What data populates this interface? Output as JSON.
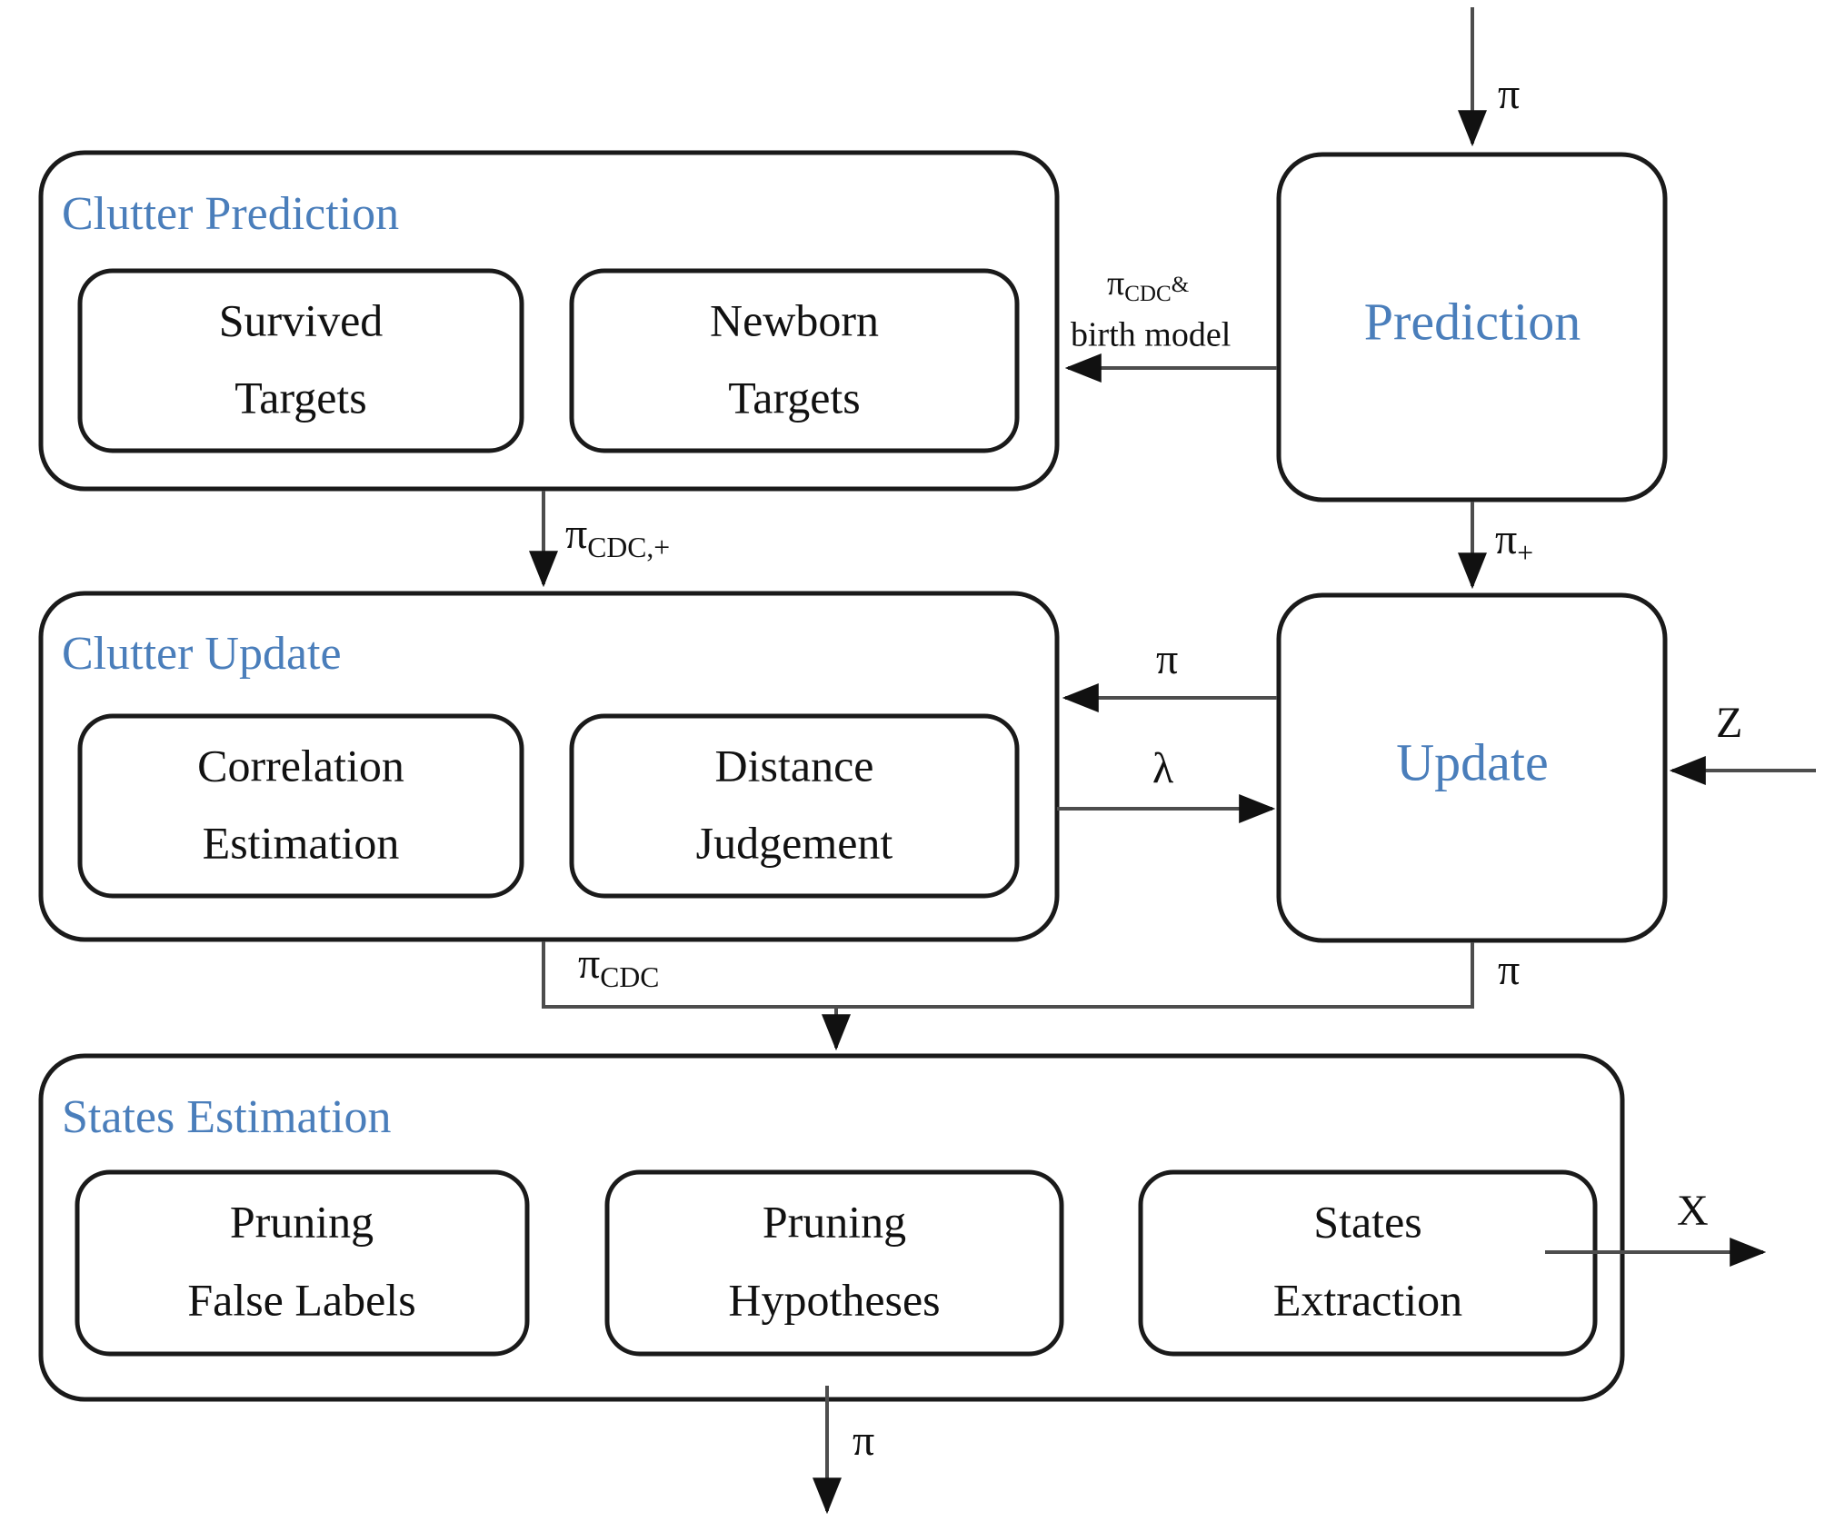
{
  "diagram": {
    "title": "Clutter-aware multi-target tracking filter block diagram",
    "accent_color": "#4a7ebb",
    "line_color": "#4d4d4d",
    "box_color": "#1a1a1a",
    "background": "#ffffff"
  },
  "groups": [
    {
      "id": "clutter-prediction",
      "title": "Clutter Prediction",
      "items": [
        {
          "id": "survived-targets",
          "line1": "Survived",
          "line2": "Targets"
        },
        {
          "id": "newborn-targets",
          "line1": "Newborn",
          "line2": "Targets"
        }
      ]
    },
    {
      "id": "clutter-update",
      "title": "Clutter Update",
      "items": [
        {
          "id": "correlation-estimation",
          "line1": "Correlation",
          "line2": "Estimation"
        },
        {
          "id": "distance-judgement",
          "line1": "Distance",
          "line2": "Judgement"
        }
      ]
    },
    {
      "id": "states-estimation",
      "title": "States Estimation",
      "items": [
        {
          "id": "pruning-false-labels",
          "line1": "Pruning",
          "line2": "False Labels"
        },
        {
          "id": "pruning-hypotheses",
          "line1": "Pruning",
          "line2": "Hypotheses"
        },
        {
          "id": "states-extraction",
          "line1": "States",
          "line2": "Extraction"
        }
      ]
    }
  ],
  "nodes": [
    {
      "id": "prediction",
      "label": "Prediction"
    },
    {
      "id": "update",
      "label": "Update"
    }
  ],
  "edges": [
    {
      "id": "input-pi-to-prediction",
      "label": "π",
      "sub": "",
      "from": "external-input",
      "to": "prediction"
    },
    {
      "id": "prediction-to-clutter-prediction",
      "label": "π",
      "sub": "CDC",
      "label_line2": "birth model",
      "connector": "&",
      "from": "prediction",
      "to": "clutter-prediction"
    },
    {
      "id": "prediction-to-update",
      "label": "π",
      "sub": "+",
      "from": "prediction",
      "to": "update"
    },
    {
      "id": "clutter-prediction-to-clutter-update",
      "label": "π",
      "sub": "CDC,+",
      "from": "clutter-prediction",
      "to": "clutter-update"
    },
    {
      "id": "update-to-clutter-update",
      "label": "π",
      "sub": "",
      "from": "update",
      "to": "clutter-update"
    },
    {
      "id": "clutter-update-to-update",
      "label": "λ",
      "sub": "",
      "from": "clutter-update",
      "to": "update"
    },
    {
      "id": "measurements-to-update",
      "label": "Z",
      "sub": "",
      "from": "external-measurements",
      "to": "update"
    },
    {
      "id": "clutter-update-to-states-estimation",
      "label": "π",
      "sub": "CDC",
      "from": "clutter-update",
      "to": "states-estimation"
    },
    {
      "id": "update-to-states-estimation",
      "label": "π",
      "sub": "",
      "from": "update",
      "to": "states-estimation"
    },
    {
      "id": "states-extraction-output",
      "label": "X",
      "sub": "",
      "from": "states-extraction",
      "to": "external-output"
    },
    {
      "id": "states-estimation-output-pi",
      "label": "π",
      "sub": "",
      "from": "states-estimation",
      "to": "external-output"
    }
  ]
}
